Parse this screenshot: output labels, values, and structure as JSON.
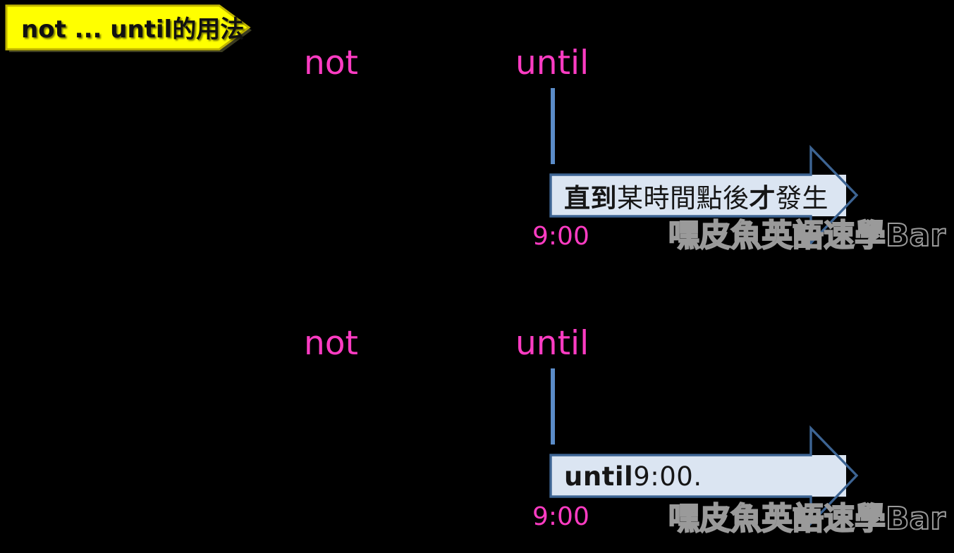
{
  "title": {
    "label": "not ... until的用法"
  },
  "watermark": {
    "text": "嘿皮魚英語速學Bar"
  },
  "colors": {
    "background": "#000000",
    "pink_text": "#ff3cc3",
    "timeline_blue": "#5b8cc8",
    "arrow_border_blue": "#3d6493",
    "callout_fill": "#dbe5f2",
    "banner_yellow": "#ffff00",
    "banner_border": "#c0b400",
    "watermark_gray": "#9a9a9a"
  },
  "sections": [
    {
      "not_label": "not",
      "until_label": "until",
      "time_label": "9:00",
      "callout_spans": [
        {
          "text": "直到",
          "bold": true
        },
        {
          "text": "某時間點後",
          "bold": false
        },
        {
          "text": "才",
          "bold": true
        },
        {
          "text": "發生",
          "bold": false
        }
      ]
    },
    {
      "not_label": "not",
      "until_label": "until",
      "time_label": "9:00",
      "callout_spans": [
        {
          "text": "until",
          "bold": true
        },
        {
          "text": " 9:00.",
          "bold": false
        }
      ]
    }
  ]
}
